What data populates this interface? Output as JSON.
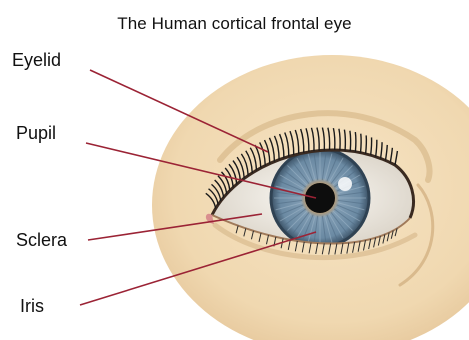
{
  "diagram": {
    "title": "The Human cortical frontal eye",
    "labels": {
      "eyelid": "Eyelid",
      "pupil": "Pupil",
      "sclera": "Sclera",
      "iris": "Iris"
    }
  },
  "colors": {
    "skin": "#f2dcb7",
    "skin_shadow": "#e3c69c",
    "leader_line": "#9b2335",
    "iris": "#6f8fa8",
    "iris_dark": "#3f5c74",
    "iris_ring": "#c9a36a",
    "pupil": "#0d0d0d",
    "sclera": "#f4f1ec",
    "lashes": "#1a1a1a"
  }
}
